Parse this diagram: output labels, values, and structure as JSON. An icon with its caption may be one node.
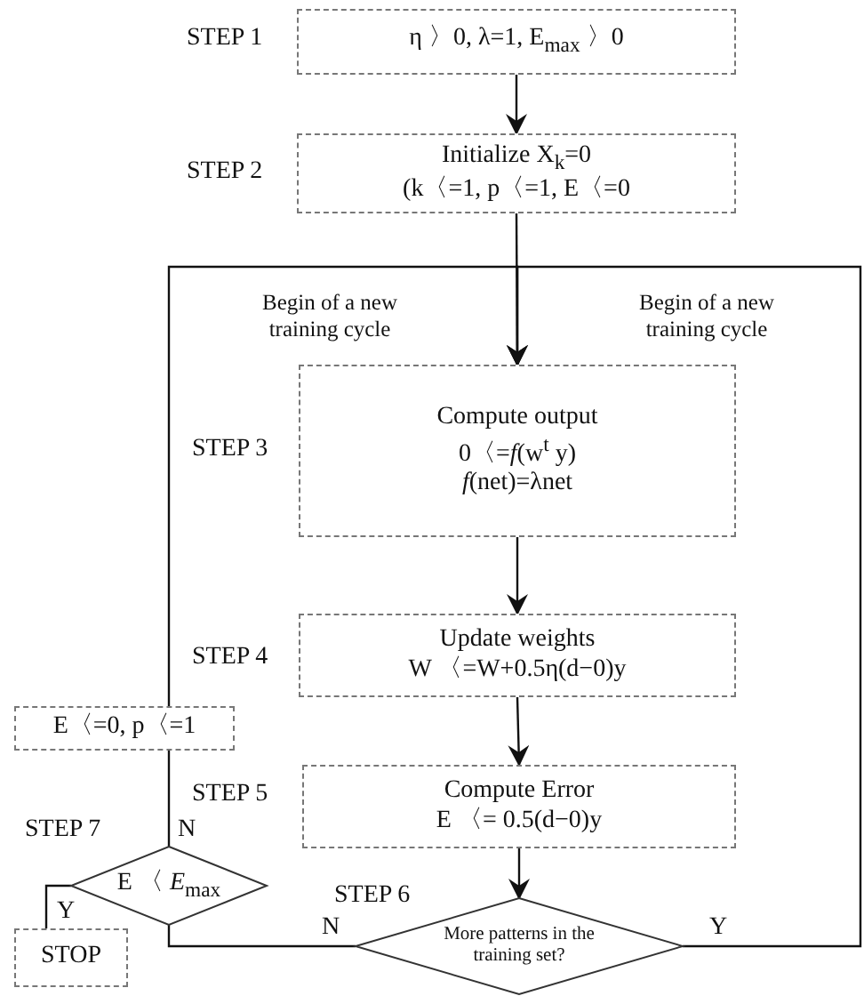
{
  "diagram": {
    "nodes": [
      {
        "text": [
          "η 〉0, λ=1, E$_{max}$ 〉0"
        ],
        "beside": [
          "STEP 1"
        ]
      },
      {
        "text": [
          "Initialize X$_{k}$=0",
          "(k〈=1, p〈=1, E〈=0"
        ],
        "beside": [
          "STEP 2"
        ]
      },
      {
        "text": [
          "Compute output",
          "0〈=*f*(w$^{t}$ y)",
          "*f*(net)=λnet"
        ],
        "beside": [
          "STEP 3"
        ]
      },
      {
        "text": [
          "Update weights",
          "W 〈=W+0.5η(d−0)y"
        ],
        "beside": [
          "STEP 4"
        ]
      },
      {
        "text": [
          "E〈=0, p〈=1"
        ]
      },
      {
        "text": [
          "Compute Error",
          "E 〈= 0.5(d−0)y"
        ],
        "beside": [
          "STEP 5"
        ]
      },
      {
        "text": [
          "E 〈 *E*$_{max}$"
        ],
        "beside": [
          "STEP 7"
        ]
      },
      {
        "text": [
          "More patterns in the training set?"
        ],
        "beside": [
          "STEP 6"
        ]
      },
      {
        "text": [
          "STOP"
        ]
      }
    ],
    "edges": [
      {
        "from": 0,
        "to": 1,
        "arrow": "to"
      },
      {
        "from": 1,
        "to": 2,
        "arrow": "to"
      },
      {
        "from": 2,
        "to": 3,
        "arrow": "to"
      },
      {
        "from": 3,
        "to": 5,
        "arrow": "to"
      },
      {
        "from": 5,
        "to": 7,
        "arrow": "to"
      },
      {
        "from": 7,
        "to": 2,
        "arrow": "to",
        "label": "Y"
      },
      {
        "from": 7,
        "to": 6,
        "arrow": "none",
        "label": "N"
      },
      {
        "from": 6,
        "to": 4,
        "arrow": "none",
        "label": "N"
      },
      {
        "from": 4,
        "to": 2,
        "arrow": "to"
      },
      {
        "from": 6,
        "to": 8,
        "arrow": "none",
        "label": "Y"
      }
    ],
    "labels": [
      "Begin of a new training cycle",
      "Begin of a new training cycle"
    ]
  }
}
